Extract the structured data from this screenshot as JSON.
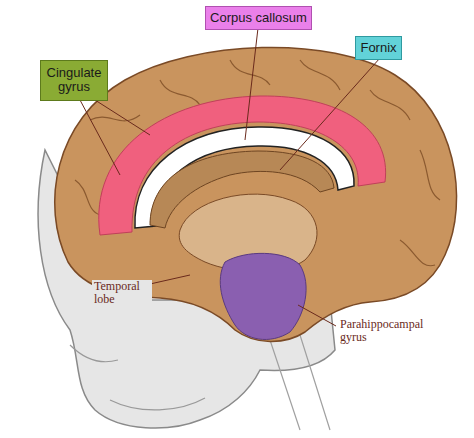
{
  "diagram": {
    "nodes": [
      {
        "text": [
          "Cingulate gyrus"
        ]
      },
      {
        "text": [
          "Corpus callosum"
        ]
      },
      {
        "text": [
          "Fornix"
        ]
      }
    ],
    "labels": [
      "Parahippocampal gyrus",
      "Temporal lobe"
    ]
  }
}
